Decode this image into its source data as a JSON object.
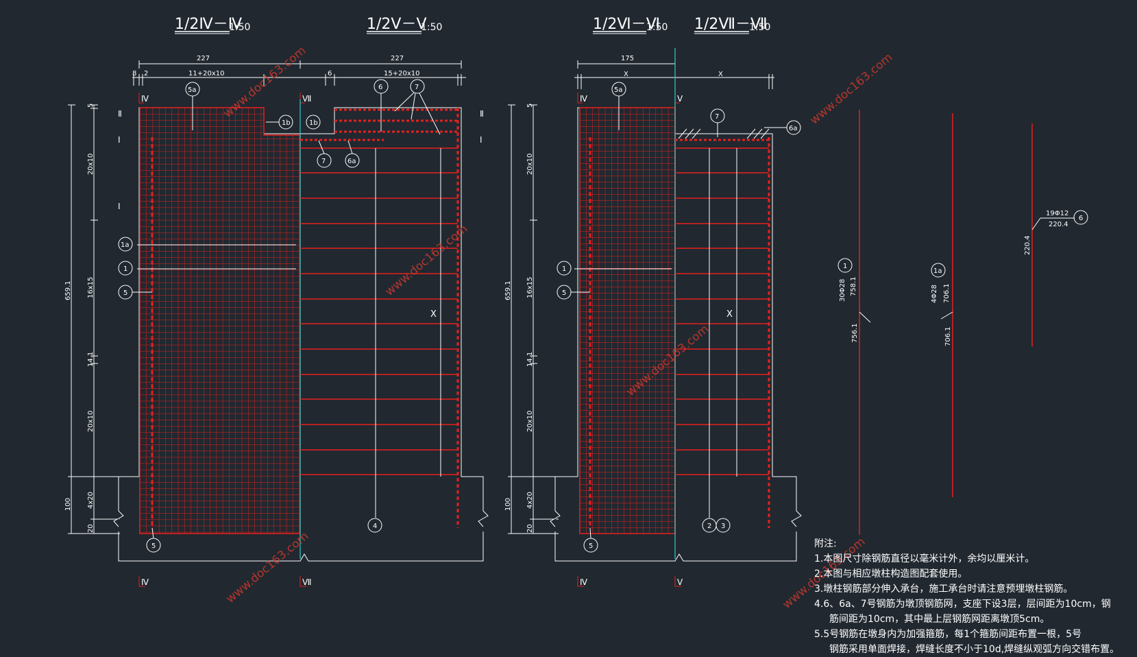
{
  "section_titles": {
    "s4": "1/2Ⅳ－Ⅳ",
    "s5": "1/2Ⅴ－Ⅴ",
    "s6": "1/2Ⅵ－Ⅵ",
    "s7": "1/2Ⅶ－Ⅶ",
    "scale": "1:50"
  },
  "dims": {
    "d227a": "227",
    "d227b": "227",
    "d8": "8",
    "d2": "2",
    "d11": "11+20x10",
    "d6": "6",
    "d15": "15+20x10",
    "d175": "175",
    "dx1": "X",
    "dx2": "X",
    "v5": "5",
    "v20a": "20x10",
    "v16": "16x15",
    "v14": "14.1",
    "v20b": "20x10",
    "v4x20": "4x20",
    "v20": "20",
    "v100": "100",
    "v659": "659.1",
    "x_mark": "X"
  },
  "roman": {
    "iv": "Ⅳ",
    "vii": "Ⅶ",
    "ii": "Ⅱ",
    "i": "Ⅰ",
    "v": "Ⅴ",
    "vi": "Ⅵ"
  },
  "bars": {
    "b5a": "5a",
    "b1b": "1b",
    "b6": "6",
    "b7": "7",
    "b6a": "6a",
    "b1a": "1a",
    "b1": "1",
    "b5": "5",
    "b4": "4",
    "b2": "2",
    "b3": "3"
  },
  "schedule": {
    "bar1_spec": "30Φ28",
    "bar1_len": "758.1",
    "bar1_base": "756.1",
    "bar1a_spec": "4Φ28",
    "bar1a_len": "706.1",
    "bar1a_base": "706.1",
    "bar6_spec": "19Φ12",
    "bar6_len": "220.4",
    "bar6_vert": "220.4"
  },
  "watermark": "www.doc163.com",
  "notes": {
    "heading": "附注:",
    "n1": "1.本图尺寸除钢筋直径以毫米计外，余均以厘米计。",
    "n2": "2.本图与相应墩柱构造图配套使用。",
    "n3": "3.墩柱钢筋部分伸入承台，施工承台时请注意预埋墩柱钢筋。",
    "n4a": "4.6、6a、7号钢筋为墩顶钢筋网，支座下设3层，层间距为10cm，钢",
    "n4b": "筋间距为10cm，其中最上层钢筋网距离墩顶5cm。",
    "n5a": "5.5号钢筋在墩身内为加强箍筋，每1个箍筋间距布置一根，5号",
    "n5b": "钢筋采用单面焊接，焊缝长度不小于10d,焊缝纵观弧方向交错布置。"
  },
  "colors": {
    "background": "#212830",
    "rebar": "#e8201c",
    "lines": "#ffffff",
    "centerline": "#2bd0d0",
    "watermark": "#d03a2e"
  }
}
